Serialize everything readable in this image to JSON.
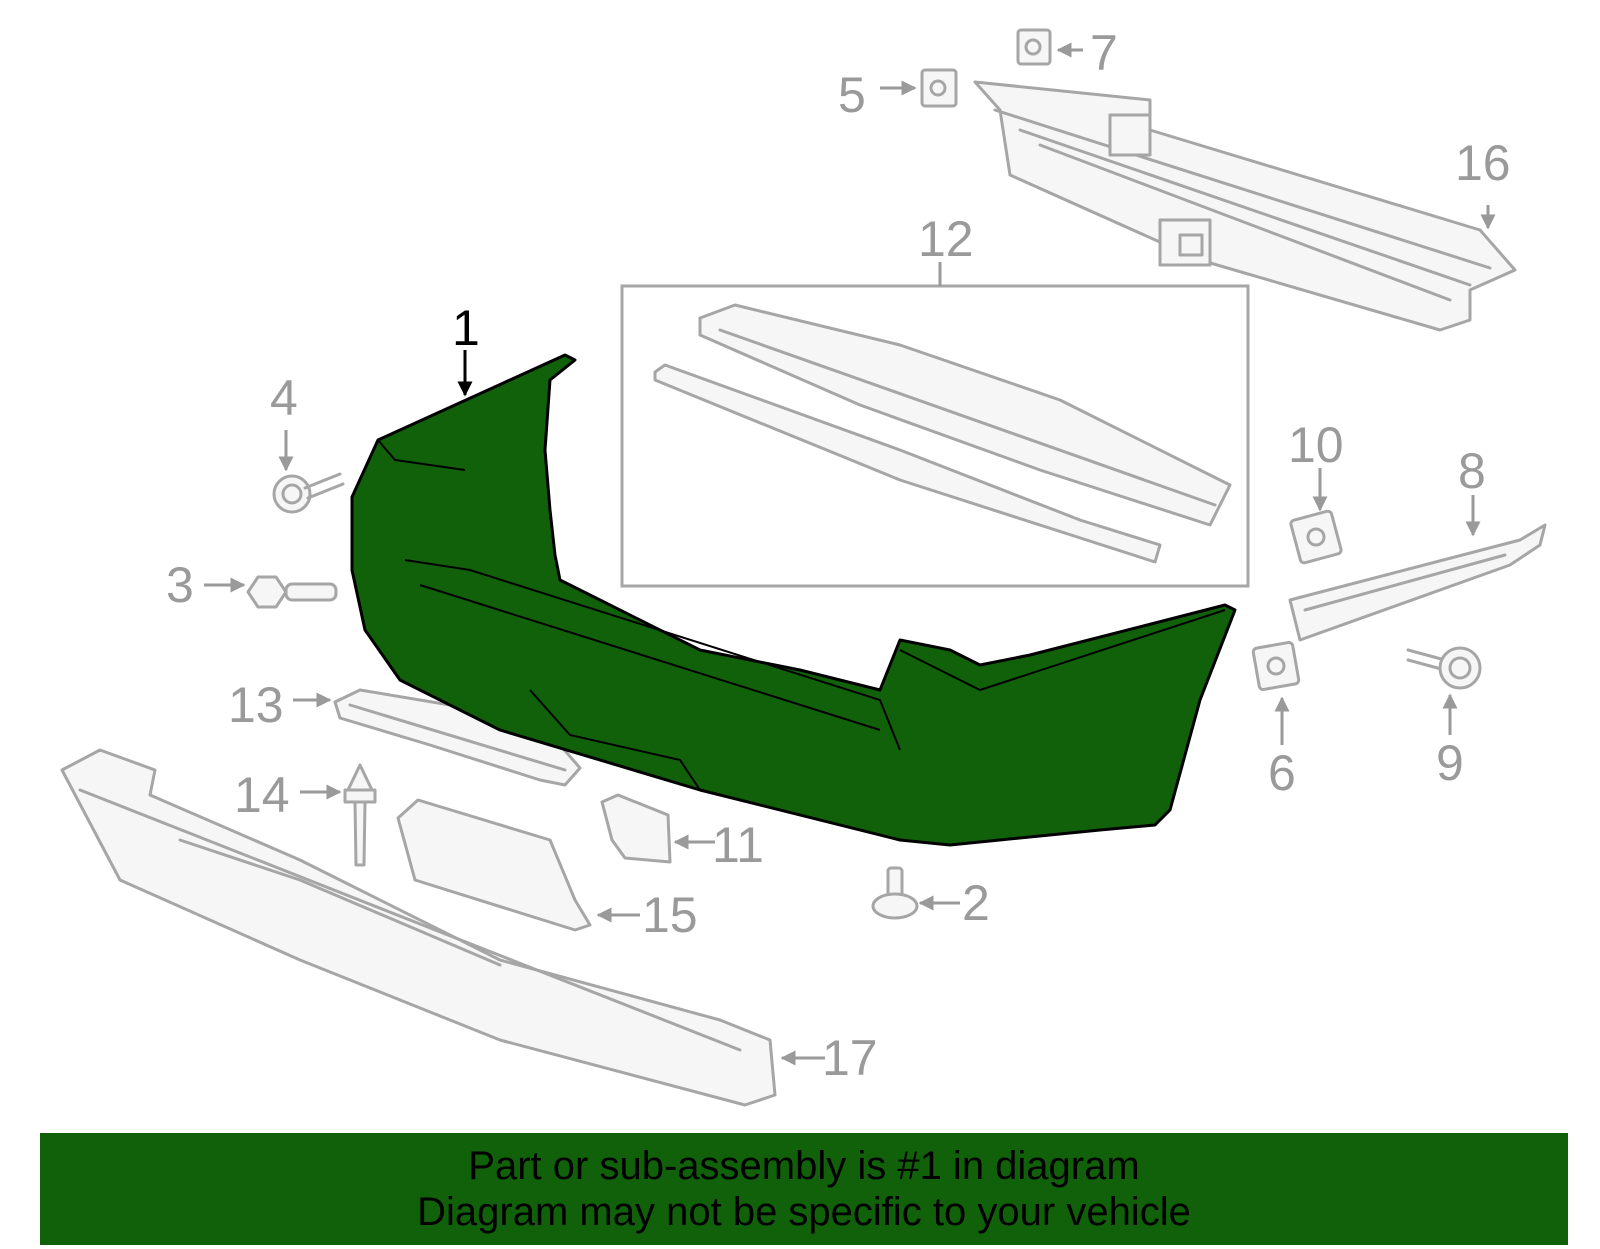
{
  "colors": {
    "highlight": "#11610a",
    "banner_bg": "#11610a",
    "part_stroke": "#a6a6a6",
    "callout_text": "#9a9a9a",
    "main_callout": "#000000"
  },
  "callouts": {
    "c1": "1",
    "c2": "2",
    "c3": "3",
    "c4": "4",
    "c5": "5",
    "c6": "6",
    "c7": "7",
    "c8": "8",
    "c9": "9",
    "c10": "10",
    "c11": "11",
    "c12": "12",
    "c13": "13",
    "c14": "14",
    "c15": "15",
    "c16": "16",
    "c17": "17"
  },
  "banner": {
    "line1": "Part or sub-assembly is #1 in diagram",
    "line2": "Diagram may not be specific to your vehicle"
  }
}
